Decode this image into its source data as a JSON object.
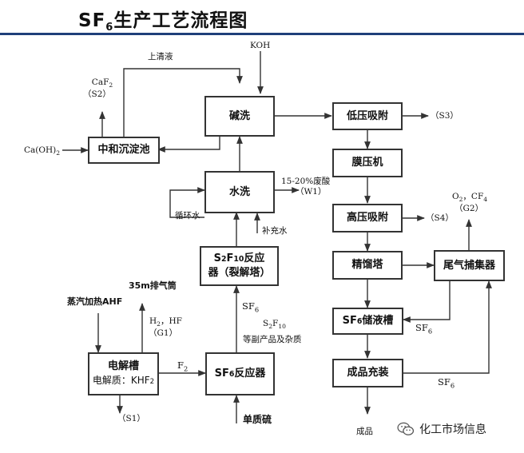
{
  "title": {
    "prefix": "SF",
    "sub": "6",
    "text": "生产工艺流程图"
  },
  "boxes": {
    "neutralize": "中和沉淀池",
    "alkali_wash": "碱洗",
    "water_wash": "水洗",
    "cracker_line1": "S",
    "cracker_sub1": "2",
    "cracker_mid": "F",
    "cracker_sub2": "10",
    "cracker_line1_end": "反应",
    "cracker_line2": "器（裂解塔）",
    "electrolyzer_title": "电解槽",
    "electrolyzer_sub_prefix": "电解质：KHF",
    "electrolyzer_sub_sub": "2",
    "sf6_reactor_prefix": "SF",
    "sf6_reactor_sub": "6",
    "sf6_reactor_text": "反应器",
    "low_pressure": "低压吸附",
    "membrane": "膜压机",
    "high_pressure": "高压吸附",
    "rectifier": "精馏塔",
    "tail_gas": "尾气捕集器",
    "storage_prefix": "SF",
    "storage_sub": "6",
    "storage_text": "储液槽",
    "packaging": "成品充装"
  },
  "labels": {
    "supernatant": "上清液",
    "koh": "KOH",
    "caf2_prefix": "CaF",
    "caf2_sub": "2",
    "s2": "（S2）",
    "caoh2": "Ca(OH)",
    "caoh2_sub": "2",
    "s3": "（S3）",
    "acid_waste": "15-20%废酸",
    "w1": "（W1）",
    "circulating_water": "循环水",
    "makeup_water": "补充水",
    "s4": "（S4）",
    "o2_cf4": "O",
    "o2_sub": "2",
    "cf4_text": "，CF",
    "cf4_sub": "4",
    "g2": "（G2）",
    "exhaust": "35m排气筒",
    "steam": "蒸汽加热AHF",
    "h2hf_h": "H",
    "h2hf_sub": "2",
    "h2hf_rest": "，HF",
    "g1": "（G1）",
    "sf6_up": "SF",
    "sf6_up_sub": "6",
    "s2f10": "S",
    "s2f10_sub1": "2",
    "s2f10_f": "F",
    "s2f10_sub2": "10",
    "byproducts": "等副产品及杂质",
    "f2": "F",
    "f2_sub": "2",
    "s1": "（S1）",
    "sulfur": "单质硫",
    "sf6_return1": "SF",
    "sf6_return1_sub": "6",
    "sf6_return2": "SF",
    "sf6_return2_sub": "6",
    "product": "成品"
  },
  "watermark": {
    "text": "化工市场信息",
    "icon": "wechat-icon"
  },
  "colors": {
    "title_rule": "#1f3f7a",
    "line": "#333333"
  }
}
